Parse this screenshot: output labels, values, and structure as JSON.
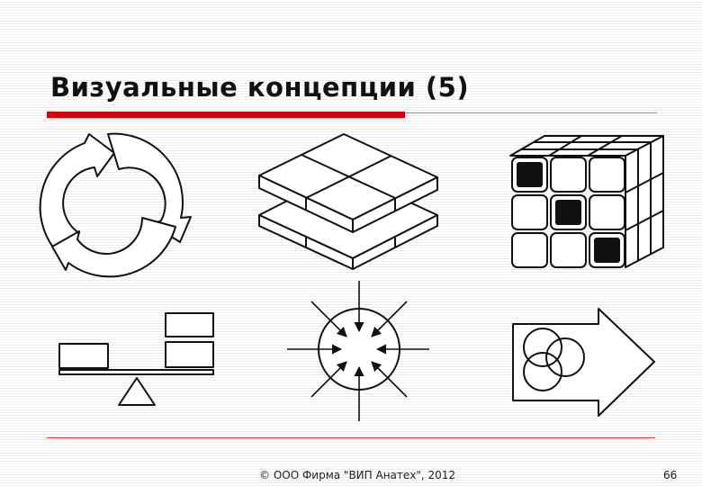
{
  "slide": {
    "title": "Визуальные концепции (5)",
    "footer": "© ООО Фирма \"ВИП Анатех\", 2012",
    "page_number": "66"
  },
  "figures": [
    {
      "icon": "cycle-arrows-icon"
    },
    {
      "icon": "stacked-layers-icon"
    },
    {
      "icon": "cube-grid-icon"
    },
    {
      "icon": "balance-scale-icon"
    },
    {
      "icon": "converging-arrows-icon"
    },
    {
      "icon": "venn-arrow-icon"
    }
  ],
  "colors": {
    "accent_red": "#d4000e",
    "ink": "#111111"
  }
}
